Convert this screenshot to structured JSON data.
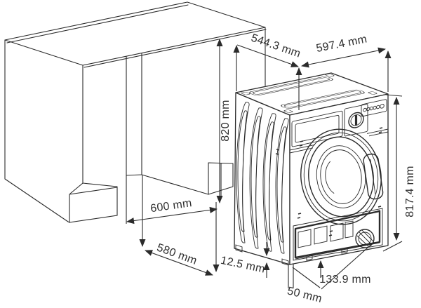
{
  "diagram": {
    "type": "technical-dimension-drawing",
    "subject": "built-in washing machine installation in cabinet niche",
    "unit": "mm",
    "dims": {
      "top_depth": "544.3 mm",
      "top_width": "597.4 mm",
      "niche_height": "820 mm",
      "appliance_height": "817.4 mm",
      "niche_depth": "600 mm",
      "appliance_base_depth": "580 mm",
      "bottom_edge": "12.5 mm",
      "plinth_recess_height": "133.9 mm",
      "door_clearance": "50 mm"
    },
    "colors": {
      "line": "#2b2b2b",
      "background": "#ffffff",
      "text": "#2f2f2f"
    }
  }
}
